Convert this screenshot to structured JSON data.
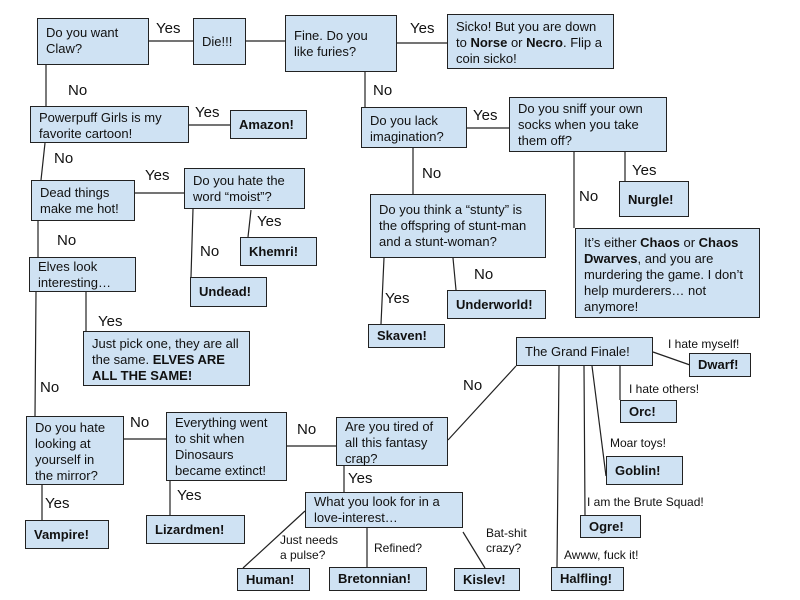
{
  "nodes": {
    "claw": "Do you want Claw?",
    "die": "Die!!!",
    "furies": "Fine. Do you like furies?",
    "sicko": [
      "Sicko! But you are down to ",
      "Norse",
      " or ",
      "Necro",
      ". Flip a coin sicko!"
    ],
    "powerpuff": "Powerpuff Girls is my favorite cartoon!",
    "amazon": "Amazon!",
    "lack": "Do you lack imagination?",
    "sniff": "Do you sniff your own socks when you take them off?",
    "dead": "Dead things make me hot!",
    "moist": "Do you hate the word “moist”?",
    "khemri": "Khemri!",
    "undead": "Undead!",
    "nurgle": "Nurgle!",
    "stunty": "Do you think a “stunty” is the offspring of stunt-man and a stunt-woman?",
    "chaos": [
      "It’s either ",
      "Chaos",
      " or ",
      "Chaos Dwarves",
      ", and you are murdering the game. I don’t help murderers… not anymore!"
    ],
    "elves": "Elves look interesting…",
    "underworld": "Underworld!",
    "skaven": "Skaven!",
    "justpick": [
      "Just pick one, they are all the same.  ",
      "ELVES ARE ALL THE SAME!"
    ],
    "grand": "The Grand Finale!",
    "dwarf": "Dwarf!",
    "orc": "Orc!",
    "mirror": "Do you hate looking at yourself in the mirror?",
    "dinosaurs": "Everything went to shit when Dinosaurs became extinct!",
    "tired": "Are you tired of all this fantasy crap?",
    "goblin": "Goblin!",
    "ogre": "Ogre!",
    "lookfor": "What you look for in a love-interest…",
    "vampire": "Vampire!",
    "lizardmen": "Lizardmen!",
    "human": "Human!",
    "bretonnian": "Bretonnian!",
    "kislev": "Kislev!",
    "halfling": "Halfling!"
  },
  "labels": {
    "yes": "Yes",
    "no": "No",
    "pulse": "Just needs a pulse?",
    "refined": "Refined?",
    "batshit": "Bat-shit crazy?",
    "myself": "I hate myself!",
    "others": "I hate others!",
    "toys": "Moar toys!",
    "brute": "I am the Brute Squad!",
    "fuckit": "Awww, fuck it!"
  }
}
